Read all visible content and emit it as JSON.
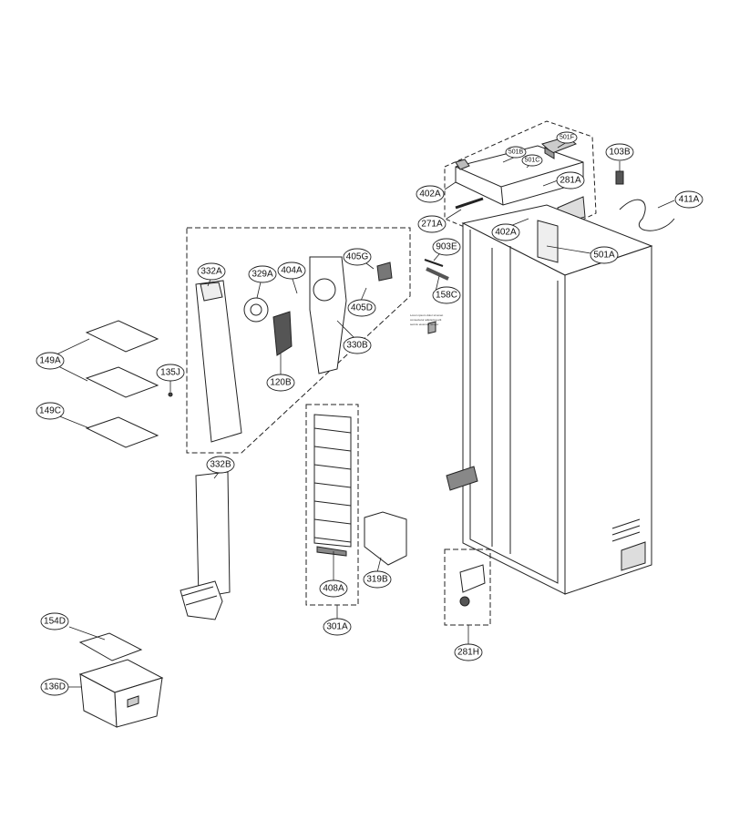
{
  "diagram": {
    "callouts": {
      "c103B": "103B",
      "c411A": "411A",
      "c501F": "501F",
      "c501B": "501B",
      "c501C": "501C",
      "c281A": "281A",
      "c402A_1": "402A",
      "c271A": "271A",
      "c402A_2": "402A",
      "c903E": "903E",
      "c501A": "501A",
      "c158C": "158C",
      "c405G": "405G",
      "c332A": "332A",
      "c329A": "329A",
      "c404A": "404A",
      "c405D": "405D",
      "c330B": "330B",
      "c120B": "120B",
      "c149A": "149A",
      "c135J": "135J",
      "c149C": "149C",
      "c332B": "332B",
      "c319B": "319B",
      "c408A": "408A",
      "c301A": "301A",
      "c281H": "281H",
      "c154D": "154D",
      "c136D": "136D"
    },
    "body_text": [
      "Lorem ipsum dolor sit amet",
      "consectetur adipiscing elit",
      "sed do eiusmod tempor"
    ]
  }
}
